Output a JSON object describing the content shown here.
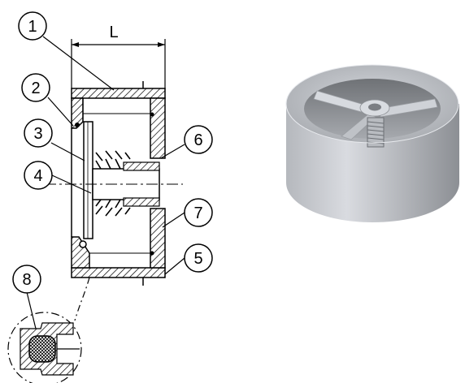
{
  "dimension_label": "L",
  "callouts": [
    "1",
    "2",
    "3",
    "4",
    "5",
    "6",
    "7",
    "8"
  ],
  "colors": {
    "line": "#000000",
    "hatch": "#000000",
    "valve_body_light": "#c8cbd0",
    "valve_body_dark": "#8a8d92"
  }
}
